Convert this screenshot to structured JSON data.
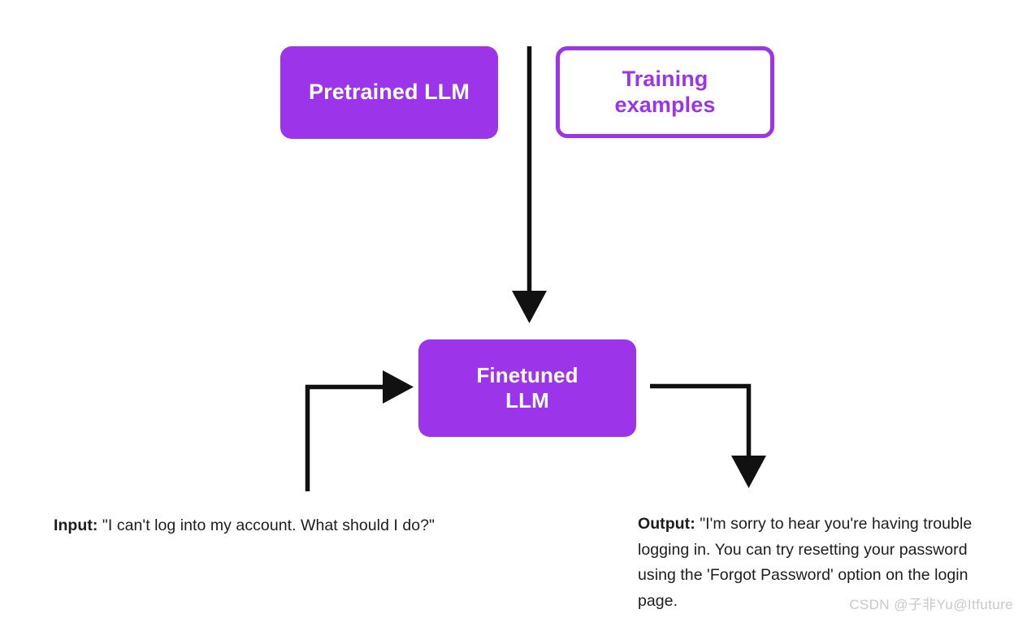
{
  "diagram": {
    "title": "LLM finetuning flow",
    "background_color": "#ffffff",
    "accent_color": "#9C35EA",
    "connector_color": "#111111",
    "nodes": {
      "pretrained": {
        "label": "Pretrained LLM",
        "style": "filled",
        "fill": "#9C35EA",
        "text_color": "#ffffff"
      },
      "training_examples": {
        "label": "Training\nexamples",
        "style": "outlined",
        "border_color": "#9C35EA",
        "text_color": "#9C35EA"
      },
      "finetuned": {
        "label": "Finetuned\nLLM",
        "style": "filled",
        "fill": "#9C35EA",
        "text_color": "#ffffff"
      }
    },
    "connectors": [
      {
        "name": "pretrained-to-finetuned",
        "from": "top",
        "to": "finetuned",
        "shape": "straight-down",
        "arrowhead": "end"
      },
      {
        "name": "input-to-finetuned",
        "from": "input-caption",
        "to": "finetuned",
        "shape": "elbow-up-right",
        "arrowhead": "end"
      },
      {
        "name": "finetuned-to-output",
        "from": "finetuned",
        "to": "output-caption",
        "shape": "elbow-right-down",
        "arrowhead": "end"
      }
    ],
    "captions": {
      "input": {
        "label": "Input:",
        "text": "\"I can't log into my account. What should I do?\""
      },
      "output": {
        "label": "Output:",
        "text": "\"I'm sorry to hear you're having trouble logging in. You can try resetting your password using the 'Forgot Password' option on the login page."
      }
    },
    "watermark": "CSDN @子非Yu@Itfuture"
  }
}
